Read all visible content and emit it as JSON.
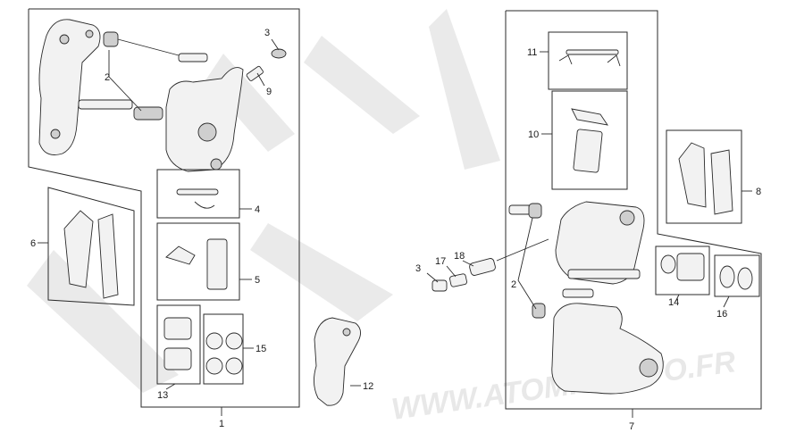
{
  "watermark": {
    "text": "WWW.ATOMISMOTO.FR"
  },
  "callouts": {
    "c1": "1",
    "c2": "2",
    "c3": "3",
    "c4": "4",
    "c5": "5",
    "c6": "6",
    "c7": "7",
    "c8": "8",
    "c9": "9",
    "c10": "10",
    "c11": "11",
    "c12": "12",
    "c13": "13",
    "c14": "14",
    "c15": "15",
    "c16": "16",
    "c17": "17",
    "c18": "18",
    "c2r": "2",
    "c3r": "3"
  }
}
